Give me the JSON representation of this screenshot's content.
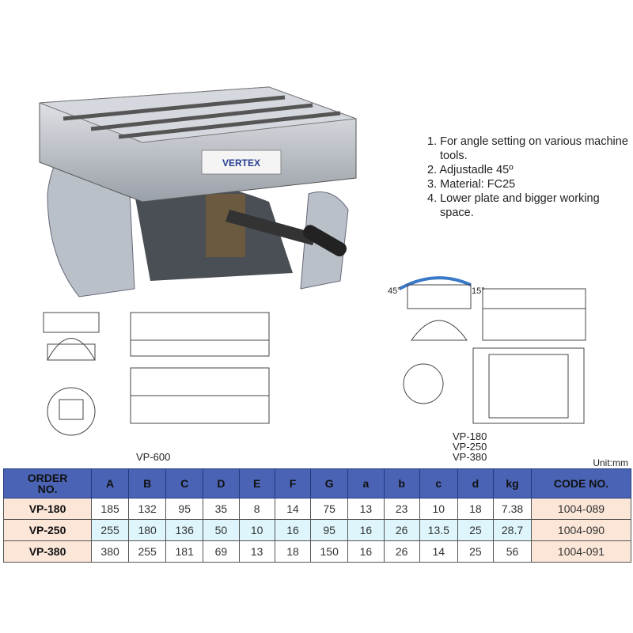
{
  "brand": "VERTEX",
  "features": [
    "1. For angle setting on various machine tools.",
    "2. Adjustadle 45º",
    "3. Material: FC25",
    "4. Lower plate and bigger working space."
  ],
  "drawing_left_label": "VP-600",
  "drawing_right_labels": [
    "VP-180",
    "VP-250",
    "VP-380"
  ],
  "angle_left": "45°",
  "angle_right": "15°",
  "unit": "Unit:mm",
  "table": {
    "headers": [
      "ORDER NO.",
      "A",
      "B",
      "C",
      "D",
      "E",
      "F",
      "G",
      "a",
      "b",
      "c",
      "d",
      "kg",
      "CODE NO."
    ],
    "rows": [
      [
        "VP-180",
        "185",
        "132",
        "95",
        "35",
        "8",
        "14",
        "75",
        "13",
        "23",
        "10",
        "18",
        "7.38",
        "1004-089"
      ],
      [
        "VP-250",
        "255",
        "180",
        "136",
        "50",
        "10",
        "16",
        "95",
        "16",
        "26",
        "13.5",
        "25",
        "28.7",
        "1004-090"
      ],
      [
        "VP-380",
        "380",
        "255",
        "181",
        "69",
        "13",
        "18",
        "150",
        "16",
        "26",
        "14",
        "25",
        "56",
        "1004-091"
      ]
    ]
  },
  "colors": {
    "header": "#4a63b4",
    "order_cell": "#fbe6d8",
    "alt_row": "#def6fb",
    "arrow": "#3a78c8"
  }
}
